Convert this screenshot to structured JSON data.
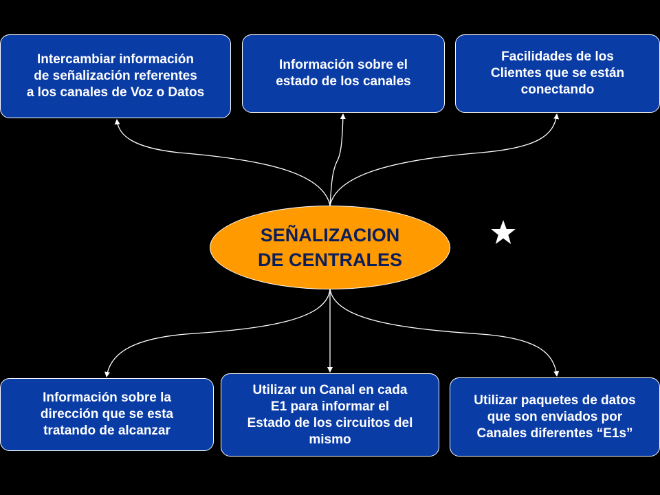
{
  "center": {
    "label": "SEÑALIZACION\nDE CENTRALES",
    "fill_color": "#ff9a00",
    "text_color": "#0b1e5a"
  },
  "nodes": {
    "top_left": "Intercambiar información\nde señalización referentes\na los canales de Voz o Datos",
    "top_center": "Información sobre el\nestado de los canales",
    "top_right": "Facilidades de los\nClientes que se están\nconectando",
    "bottom_left": "Información sobre la\ndirección que se esta\ntratando de alcanzar",
    "bottom_center": "Utilizar un Canal en cada\nE1 para informar el\nEstado de los circuitos del\nmismo",
    "bottom_right": "Utilizar paquetes  de datos\nque son enviados por\nCanales diferentes “E1s”"
  },
  "colors": {
    "background": "#000000",
    "node_fill": "#0a3ca6",
    "node_text": "#ffffff",
    "connector": "#ffffff"
  },
  "icons": {
    "decoration": "star-icon"
  }
}
